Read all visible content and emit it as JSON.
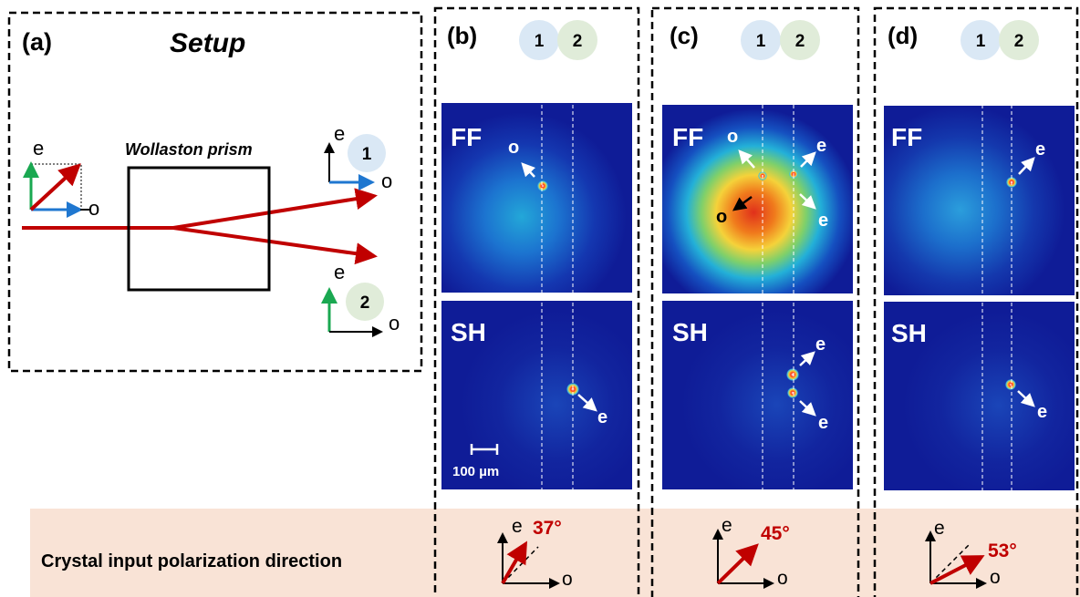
{
  "panel_a": {
    "label": "(a)",
    "title": "Setup",
    "prism_label": "Wollaston prism",
    "axis_e": "e",
    "axis_o": "o",
    "badge_1": "1",
    "badge_2": "2"
  },
  "panels": [
    {
      "label": "(b)",
      "badge_1": "1",
      "badge_2": "2",
      "ff_label": "FF",
      "sh_label": "SH",
      "angle": "37°",
      "axis_e": "e",
      "axis_o": "o"
    },
    {
      "label": "(c)",
      "badge_1": "1",
      "badge_2": "2",
      "ff_label": "FF",
      "sh_label": "SH",
      "angle": "45°",
      "axis_e": "e",
      "axis_o": "o"
    },
    {
      "label": "(d)",
      "badge_1": "1",
      "badge_2": "2",
      "ff_label": "FF",
      "sh_label": "SH",
      "angle": "53°",
      "axis_e": "e",
      "axis_o": "o"
    }
  ],
  "annotations": {
    "b_ff_o": "o",
    "b_sh_e": "e",
    "c_ff_o_upper": "o",
    "c_ff_o_lower": "o",
    "c_ff_e_upper": "e",
    "c_ff_e_lower": "e",
    "c_sh_e_upper": "e",
    "c_sh_e_lower": "e",
    "d_ff_e": "e",
    "d_sh_e": "e"
  },
  "scale_bar": "100 µm",
  "bottom_strip": {
    "label": "Crystal input polarization direction"
  },
  "colors": {
    "beam_red": "#c00000",
    "axis_green": "#1aa851",
    "axis_blue": "#1f77d0",
    "badge_1_fill": "#dae8f5",
    "badge_2_fill": "#e0ecd9",
    "strip_fill": "#f9e3d6",
    "image_background": "#0f1c97",
    "angle_text": "#c00000"
  }
}
